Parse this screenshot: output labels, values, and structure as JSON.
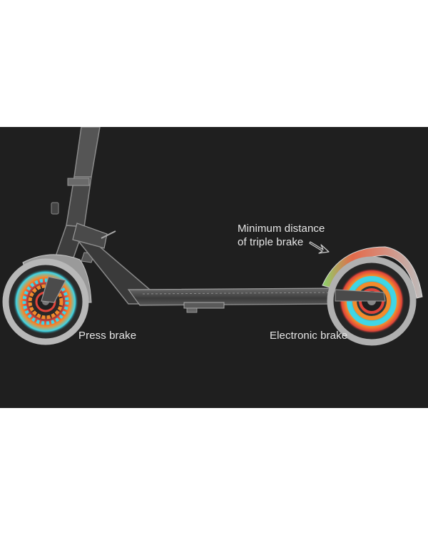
{
  "annotations": {
    "front_brake": "Press brake",
    "rear_brake": "Electronic brake",
    "triple_brake_line1": "Minimum distance",
    "triple_brake_line2": "of triple brake"
  },
  "icons": {
    "pointer_arrow": "arrow-down-right-icon"
  },
  "colors": {
    "background": "#1f1f1f",
    "text": "#e6e6e6",
    "glow_cyan": "#3fd6e6",
    "glow_orange": "#f28b2c",
    "glow_red": "#e0443a"
  }
}
